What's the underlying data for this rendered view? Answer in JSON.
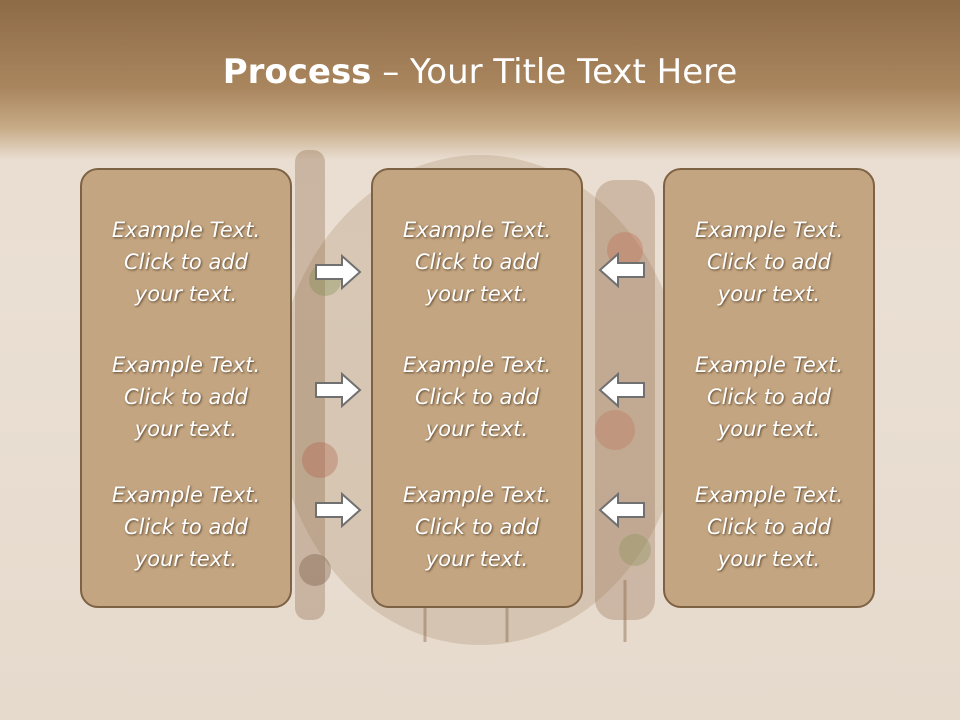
{
  "slide": {
    "title_bold": "Process",
    "title_rest": " – Your Title Text Here"
  },
  "panels": [
    {
      "blocks": [
        {
          "line1": "Example Text.",
          "line2": "Click  to add",
          "line3": "your text."
        },
        {
          "line1": "Example Text.",
          "line2": "Click  to add",
          "line3": "your text."
        },
        {
          "line1": "Example Text.",
          "line2": "Click  to add",
          "line3": "your text."
        }
      ]
    },
    {
      "blocks": [
        {
          "line1": "Example Text.",
          "line2": "Click  to add",
          "line3": "your text."
        },
        {
          "line1": "Example Text.",
          "line2": "Click  to add",
          "line3": "your text."
        },
        {
          "line1": "Example Text.",
          "line2": "Click  to add",
          "line3": "your text."
        }
      ]
    },
    {
      "blocks": [
        {
          "line1": "Example Text.",
          "line2": "Click  to add",
          "line3": "your text."
        },
        {
          "line1": "Example Text.",
          "line2": "Click  to add",
          "line3": "your text."
        },
        {
          "line1": "Example Text.",
          "line2": "Click  to add",
          "line3": "your text."
        }
      ]
    }
  ],
  "arrows": {
    "left_column_direction": "right",
    "right_column_direction": "left",
    "icon": "outline-arrow-icon"
  },
  "colors": {
    "title_band": "#a9865e",
    "panel_fill": "#c3a581",
    "panel_border": "#7e6244",
    "text": "#ffffff"
  }
}
